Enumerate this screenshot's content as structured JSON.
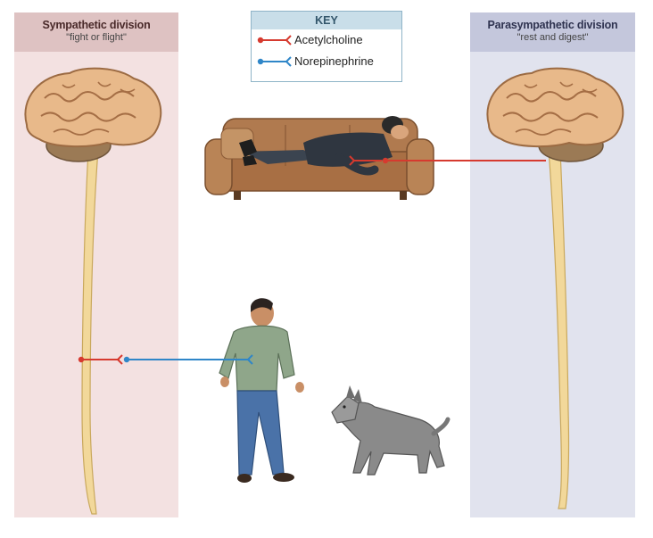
{
  "sympathetic": {
    "title": "Sympathetic division",
    "subtitle": "\"fight or flight\""
  },
  "parasympathetic": {
    "title": "Parasympathetic division",
    "subtitle": "\"rest and digest\""
  },
  "key": {
    "title": "KEY",
    "items": [
      {
        "label": "Acetylcholine",
        "color": "#d63a2f"
      },
      {
        "label": "Norepinephrine",
        "color": "#2f86c8"
      }
    ]
  },
  "colors": {
    "acetylcholine": "#d63a2f",
    "norepinephrine": "#2f86c8",
    "spinal_cord": "#f2d89a",
    "brain": "#e8b98a"
  },
  "illustrations": [
    "brain-icon",
    "spinal-cord",
    "sofa-icon",
    "sleeping-person-icon",
    "standing-man-icon",
    "dog-icon"
  ]
}
